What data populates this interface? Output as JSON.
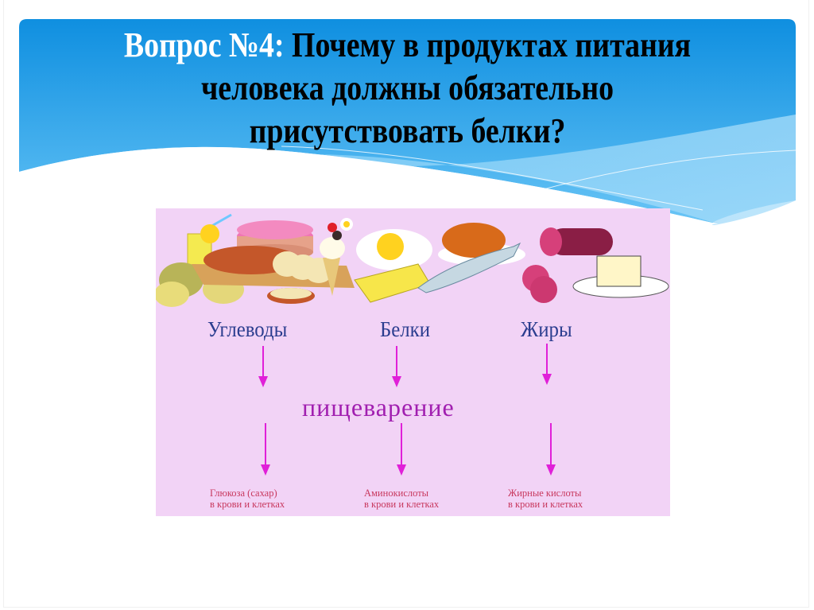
{
  "slide": {
    "title": {
      "prefix": "Вопрос №4:",
      "line1": " Почему в продуктах питания",
      "line2": "человека должны обязательно",
      "line3": "присутствовать белки?"
    },
    "colors": {
      "banner_top": "#0f8fe0",
      "banner_bottom": "#5bbcf3",
      "figure_bg": "#f2d3f6",
      "label_color": "#2b3d8f",
      "digest_color": "#a11fb0",
      "arrow_color": "#e020d8",
      "result_color": "#c8385e"
    },
    "figure": {
      "food_items": [
        "lemonade-glass",
        "potatoes",
        "cake",
        "bread-loaf",
        "ice-cream",
        "fried-egg",
        "cheese",
        "roast-chicken",
        "fish",
        "salami",
        "butter"
      ],
      "columns": [
        {
          "nutrient": "Углеводы",
          "result_line1": "Глюкоза (сахар)",
          "result_line2": "в крови и клетках"
        },
        {
          "nutrient": "Белки",
          "result_line1": "Аминокислоты",
          "result_line2": "в крови и клетках"
        },
        {
          "nutrient": "Жиры",
          "result_line1": "Жирные кислоты",
          "result_line2": "в крови и клетках"
        }
      ],
      "process": "пищеварение"
    }
  }
}
